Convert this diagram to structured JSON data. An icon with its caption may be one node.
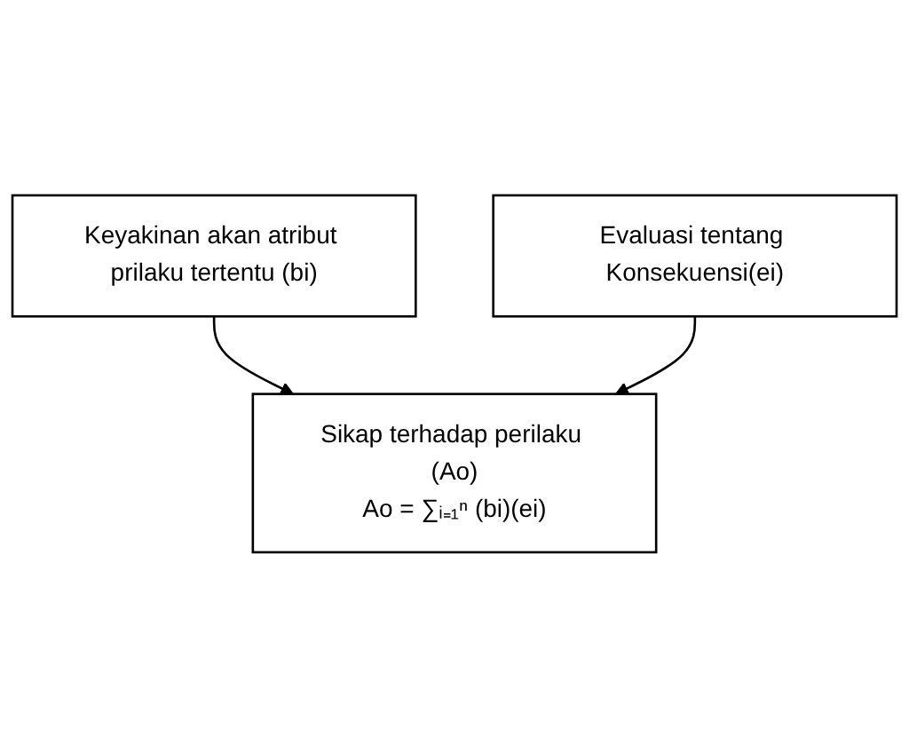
{
  "diagram": {
    "nodes": [
      {
        "text": [
          "Keyakinan akan atribut prilaku tertentu (bi)"
        ]
      },
      {
        "text": [
          "Sikap terhadap perilaku (Ao)",
          "Ao = ∑ᵢ₌₁ⁿ (bi)(ei)"
        ]
      },
      {
        "text": [
          "Evaluasi tentang Konsekuensi(ei)"
        ]
      }
    ],
    "edges": [
      {
        "from": 0,
        "to": 1,
        "arrow": "to"
      },
      {
        "from": 2,
        "to": 1,
        "arrow": "to"
      }
    ]
  }
}
